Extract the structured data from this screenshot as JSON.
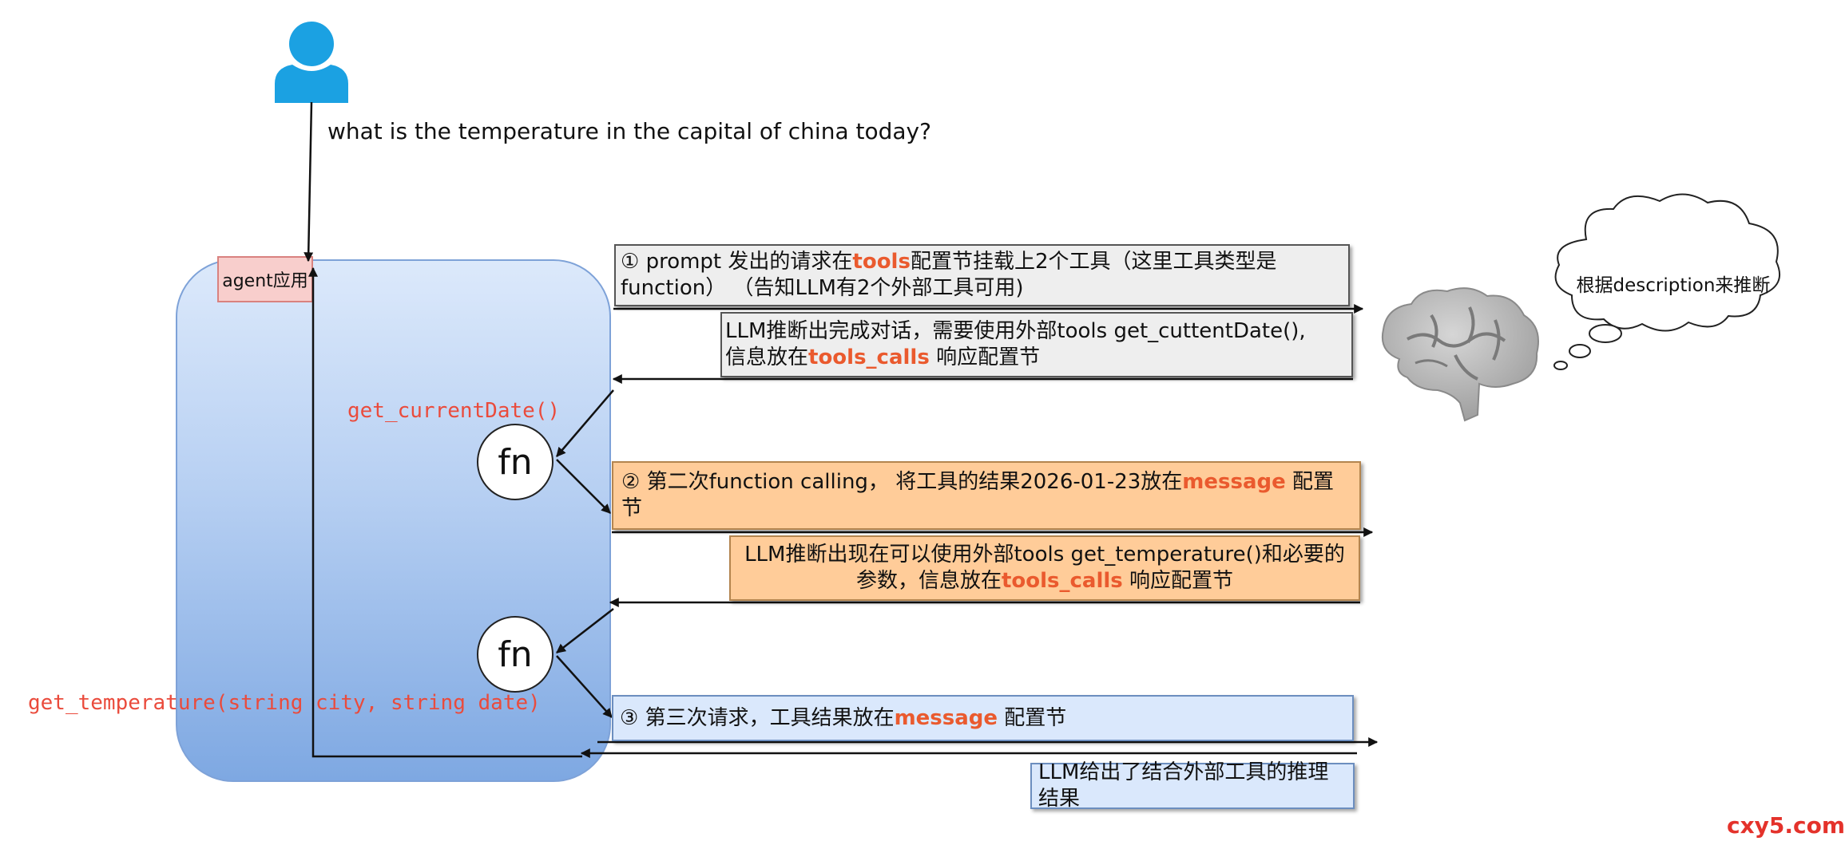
{
  "user": {
    "question": "what is  the temperature in the capital of china today?"
  },
  "agent": {
    "label": "agent应用"
  },
  "functions": {
    "fn_label": "fn",
    "current_date_signature": "get_currentDate()",
    "temperature_signature": "get_temperature(string city,  string date)"
  },
  "steps": {
    "step1": {
      "prefix": "① prompt 发出的请求在",
      "highlight": "tools",
      "suffix": "配置节挂载上2个工具（这里工具类型是function）   （告知LLM有2个外部工具可用)"
    },
    "reply1": {
      "line1": "LLM推断出完成对话，需要使用外部tools  get_cuttentDate(),",
      "line2_prefix": "信息放在",
      "line2_highlight": "tools_calls",
      "line2_suffix": " 响应配置节"
    },
    "step2": {
      "prefix": "② 第二次function calling，  将工具的结果2026-01-23放在",
      "highlight": "message",
      "suffix": " 配置节"
    },
    "reply2": {
      "line1": "LLM推断出现在可以使用外部tools  get_temperature()和必要的",
      "line2_prefix": "参数，信息放在",
      "line2_highlight": "tools_calls",
      "line2_suffix": " 响应配置节"
    },
    "step3": {
      "prefix": "③ 第三次请求，工具结果放在",
      "highlight": "message",
      "suffix": " 配置节"
    },
    "reply3": {
      "text": "LLM给出了结合外部工具的推理结果"
    }
  },
  "llm": {
    "thought": "根据description来推断"
  },
  "watermark": {
    "text": "cxy5.com"
  },
  "colors": {
    "highlight": "#ea5a2e",
    "code": "#ea4b3c",
    "user_icon": "#1ba1e2",
    "agent_gradient_top": "#dce9fb",
    "agent_gradient_bottom": "#7ea8e2",
    "agent_label_fill": "#f8cecc",
    "gray_box": "#eeeeee",
    "orange_box": "#ffcc99",
    "blue_box": "#dae8fc"
  },
  "icons": {
    "user": "user-icon",
    "brain": "brain-icon",
    "cloud": "thought-cloud-icon"
  }
}
